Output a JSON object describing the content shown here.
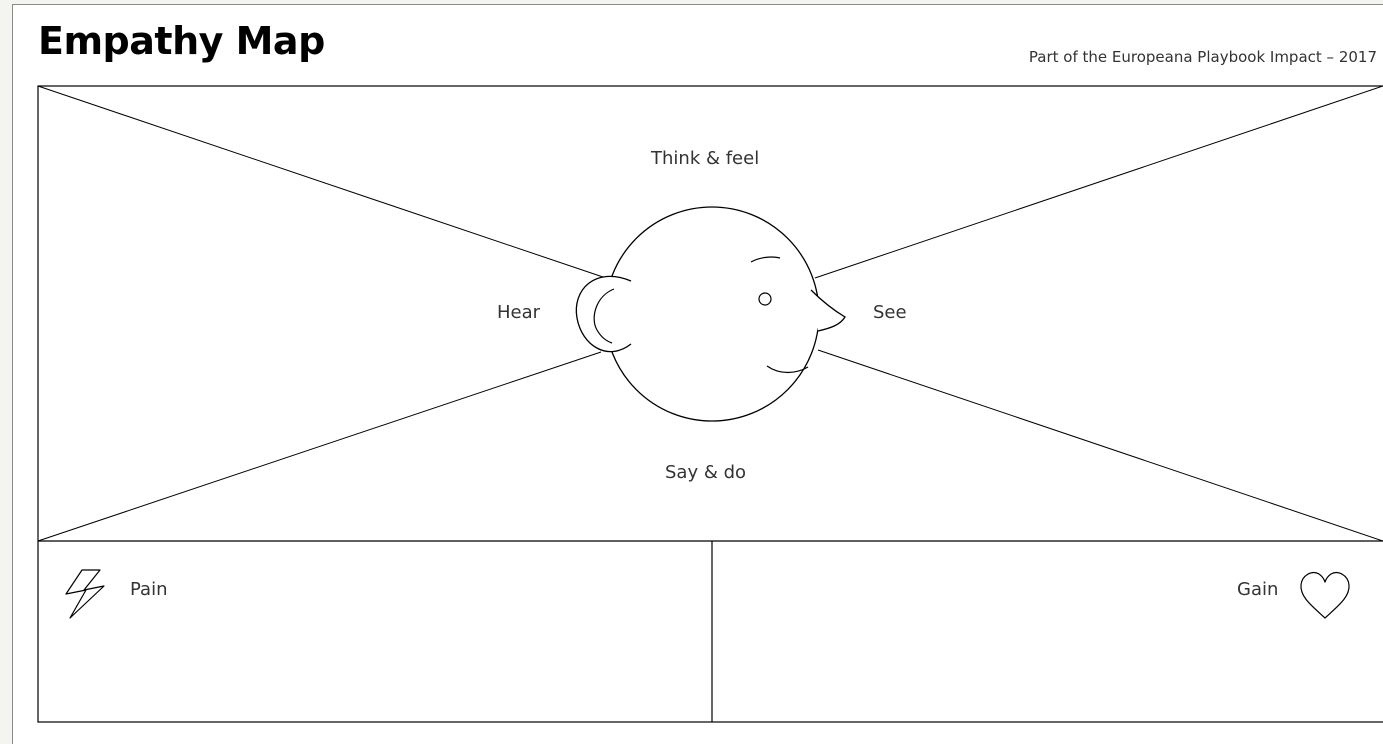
{
  "header": {
    "title": "Empathy Map",
    "subtitle": "Part of the Europeana Playbook Impact – 2017"
  },
  "map": {
    "think_feel": "Think & feel",
    "hear": "Hear",
    "see": "See",
    "say_do": "Say & do"
  },
  "bottom": {
    "pain": "Pain",
    "gain": "Gain"
  },
  "icons": {
    "pain": "lightning-bolt-icon",
    "gain": "heart-icon",
    "center": "head-icon"
  },
  "colors": {
    "line": "#000000",
    "text": "#333333",
    "background": "#ffffff"
  }
}
